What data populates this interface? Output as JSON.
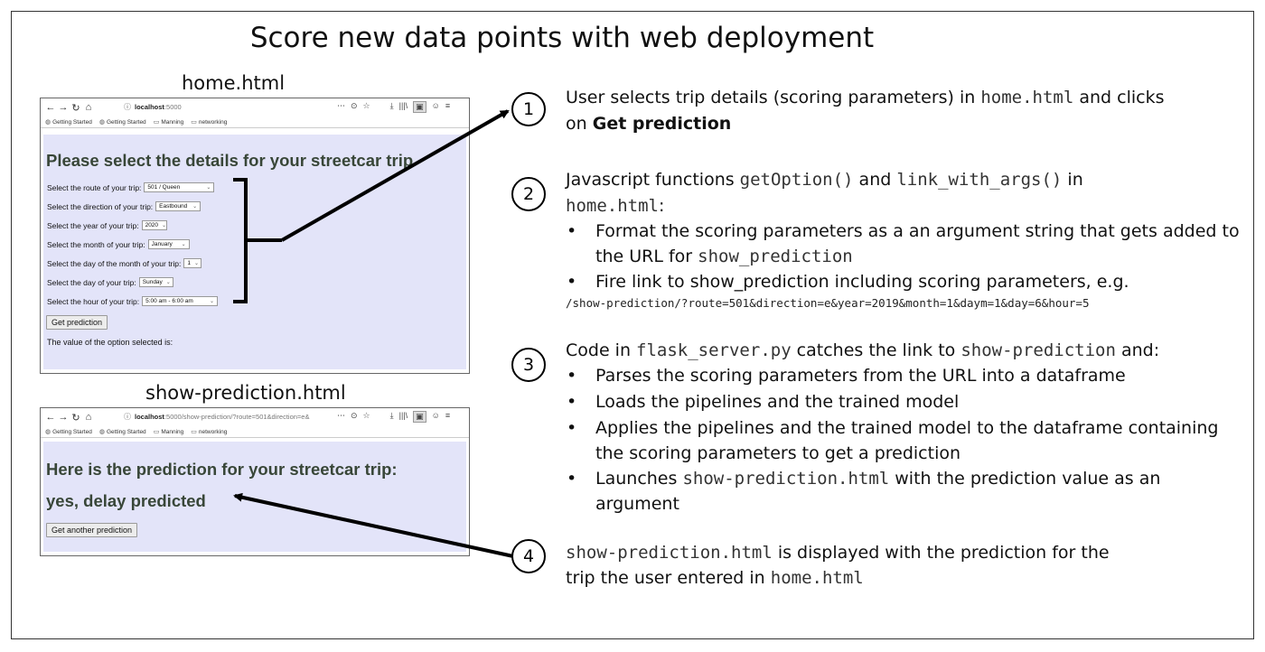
{
  "title": "Score new data points with web deployment",
  "home_page": {
    "caption": "home.html",
    "nav": {
      "back_icon": "←",
      "forward_icon": "→",
      "reload_icon": "↻",
      "home_icon": "⌂",
      "url_host": "localhost",
      "url_rest": ":5000",
      "more_icon": "⋯",
      "pocket_icon": "⊙",
      "star_icon": "☆",
      "download_icon": "⤓",
      "library_icon": "|||\\",
      "sidebar_icon": "▣",
      "account_icon": "☺",
      "menu_icon": "≡"
    },
    "bookmarks": [
      "Getting Started",
      "Getting Started",
      "Manning",
      "networking"
    ],
    "heading": "Please select the details for your streetcar trip",
    "fields": [
      {
        "label": "Select the route of your trip:",
        "value": "501 / Queen"
      },
      {
        "label": "Select the direction of your trip:",
        "value": "Eastbound"
      },
      {
        "label": "Select the year of your trip:",
        "value": "2020"
      },
      {
        "label": "Select the month of your trip:",
        "value": "January"
      },
      {
        "label": "Select the day of the month of your trip:",
        "value": "1"
      },
      {
        "label": "Select the day of your trip:",
        "value": "Sunday"
      },
      {
        "label": "Select the hour of your trip:",
        "value": "5:00 am - 6:00 am"
      }
    ],
    "button": "Get prediction",
    "result_text": "The value of the option selected is:"
  },
  "prediction_page": {
    "caption": "show-prediction.html",
    "nav": {
      "back_icon": "←",
      "forward_icon": "→",
      "reload_icon": "↻",
      "home_icon": "⌂",
      "url_host": "localhost",
      "url_rest": ":5000/show-prediction/?route=501&direction=e&",
      "more_icon": "⋯",
      "pocket_icon": "⊙",
      "star_icon": "☆",
      "download_icon": "⤓",
      "library_icon": "|||\\",
      "sidebar_icon": "▣",
      "account_icon": "☺",
      "menu_icon": "≡"
    },
    "bookmarks": [
      "Getting Started",
      "Getting Started",
      "Manning",
      "networking"
    ],
    "heading": "Here is the prediction for your streetcar trip:",
    "prediction": "yes, delay predicted",
    "button": "Get another prediction"
  },
  "steps": [
    {
      "number": "1",
      "text_1": "User selects trip details (scoring parameters) in ",
      "code_1": "home.html",
      "text_2": " and clicks",
      "text_3": "on ",
      "bold": "Get prediction"
    },
    {
      "number": "2",
      "text_1": "Javascript functions ",
      "code_1": "getOption()",
      "text_2": " and ",
      "code_2": "link_with_args()",
      "text_3": " in",
      "code_3": "home.html",
      "text_4": ":",
      "bullet_1_a": "Format the scoring parameters as a an argument string that gets added to",
      "bullet_1_b": "the URL for ",
      "bullet_1_code": "show_prediction",
      "bullet_2": "Fire link to show_prediction including scoring parameters, e.g.",
      "example": "/show-prediction/?route=501&direction=e&year=2019&month=1&daym=1&day=6&hour=5"
    },
    {
      "number": "3",
      "text_1": "Code in ",
      "code_1": "flask_server.py",
      "text_2": " catches the link to ",
      "code_2": "show-prediction",
      "text_3": " and:",
      "bullets": [
        "Parses the scoring parameters from the URL into a dataframe",
        "Loads the pipelines and the trained model",
        "Applies the pipelines and the trained model to the dataframe containing",
        "the scoring parameters to get a prediction"
      ],
      "bullet_4_a": "Launches ",
      "bullet_4_code": "show-prediction.html",
      "bullet_4_b": " with the prediction value as an",
      "bullet_4_c": "argument"
    },
    {
      "number": "4",
      "code_1": "show-prediction.html",
      "text_1": " is displayed with the prediction for the",
      "text_2": "trip the user entered in ",
      "code_2": "home.html"
    }
  ]
}
